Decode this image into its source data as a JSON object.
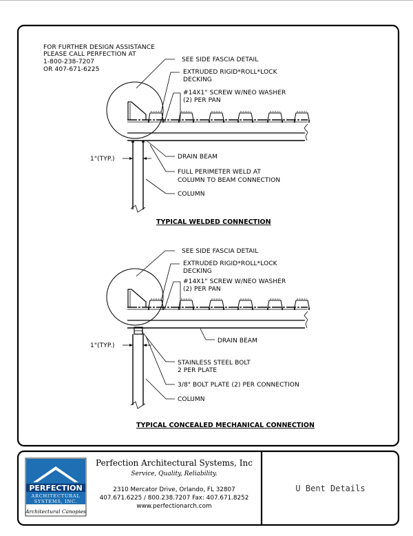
{
  "assistance": {
    "line1": "FOR FURTHER DESIGN ASSISTANCE",
    "line2": "PLEASE CALL PERFECTION AT",
    "line3": "1-800-238-7207",
    "line4": "OR 407-671-6225"
  },
  "welded": {
    "fascia": "SEE SIDE FASCIA DETAIL",
    "decking1": "EXTRUDED RIGID*ROLL*LOCK",
    "decking2": "DECKING",
    "screw1": "#14X1\" SCREW W/NEO WASHER",
    "screw2": "(2) PER PAN",
    "typ": "1\"(TYP.)",
    "drain": "DRAIN BEAM",
    "weld1": "FULL PERIMETER WELD AT",
    "weld2": "COLUMN TO BEAM CONNECTION",
    "column": "COLUMN",
    "title": "TYPICAL WELDED CONNECTION"
  },
  "concealed": {
    "fascia": "SEE SIDE FASCIA DETAIL",
    "decking1": "EXTRUDED RIGID*ROLL*LOCK",
    "decking2": "DECKING",
    "screw1": "#14X1\" SCREW W/NEO WASHER",
    "screw2": "(2) PER PAN",
    "typ": "1\"(TYP.)",
    "drain": "DRAIN BEAM",
    "bolt1": "STAINLESS STEEL BOLT",
    "bolt2": "2 PER PLATE",
    "plate": "3/8\" BOLT PLATE (2) PER CONNECTION",
    "column": "COLUMN",
    "title": "TYPICAL CONCEALED MECHANICAL CONNECTION"
  },
  "titleblock": {
    "logo_word": "PERFECTION",
    "logo_sub1": "ARCHITECTURAL",
    "logo_sub2": "SYSTEMS, INC.",
    "logo_tag": "Architectural Canopies",
    "company": "Perfection Architectural Systems, Inc",
    "slogan": "Service, Quality, Reliability.",
    "address": "2310 Mercator Drive, Orlando, FL 32807",
    "phones": "407.671.6225 / 800.238.7207  Fax: 407.671.8252",
    "web": "www.perfectionarch.com",
    "drawing_title": "U Bent Details"
  },
  "colors": {
    "logo_blue": "#1e6fb3",
    "logo_dark": "#0c3c78"
  }
}
